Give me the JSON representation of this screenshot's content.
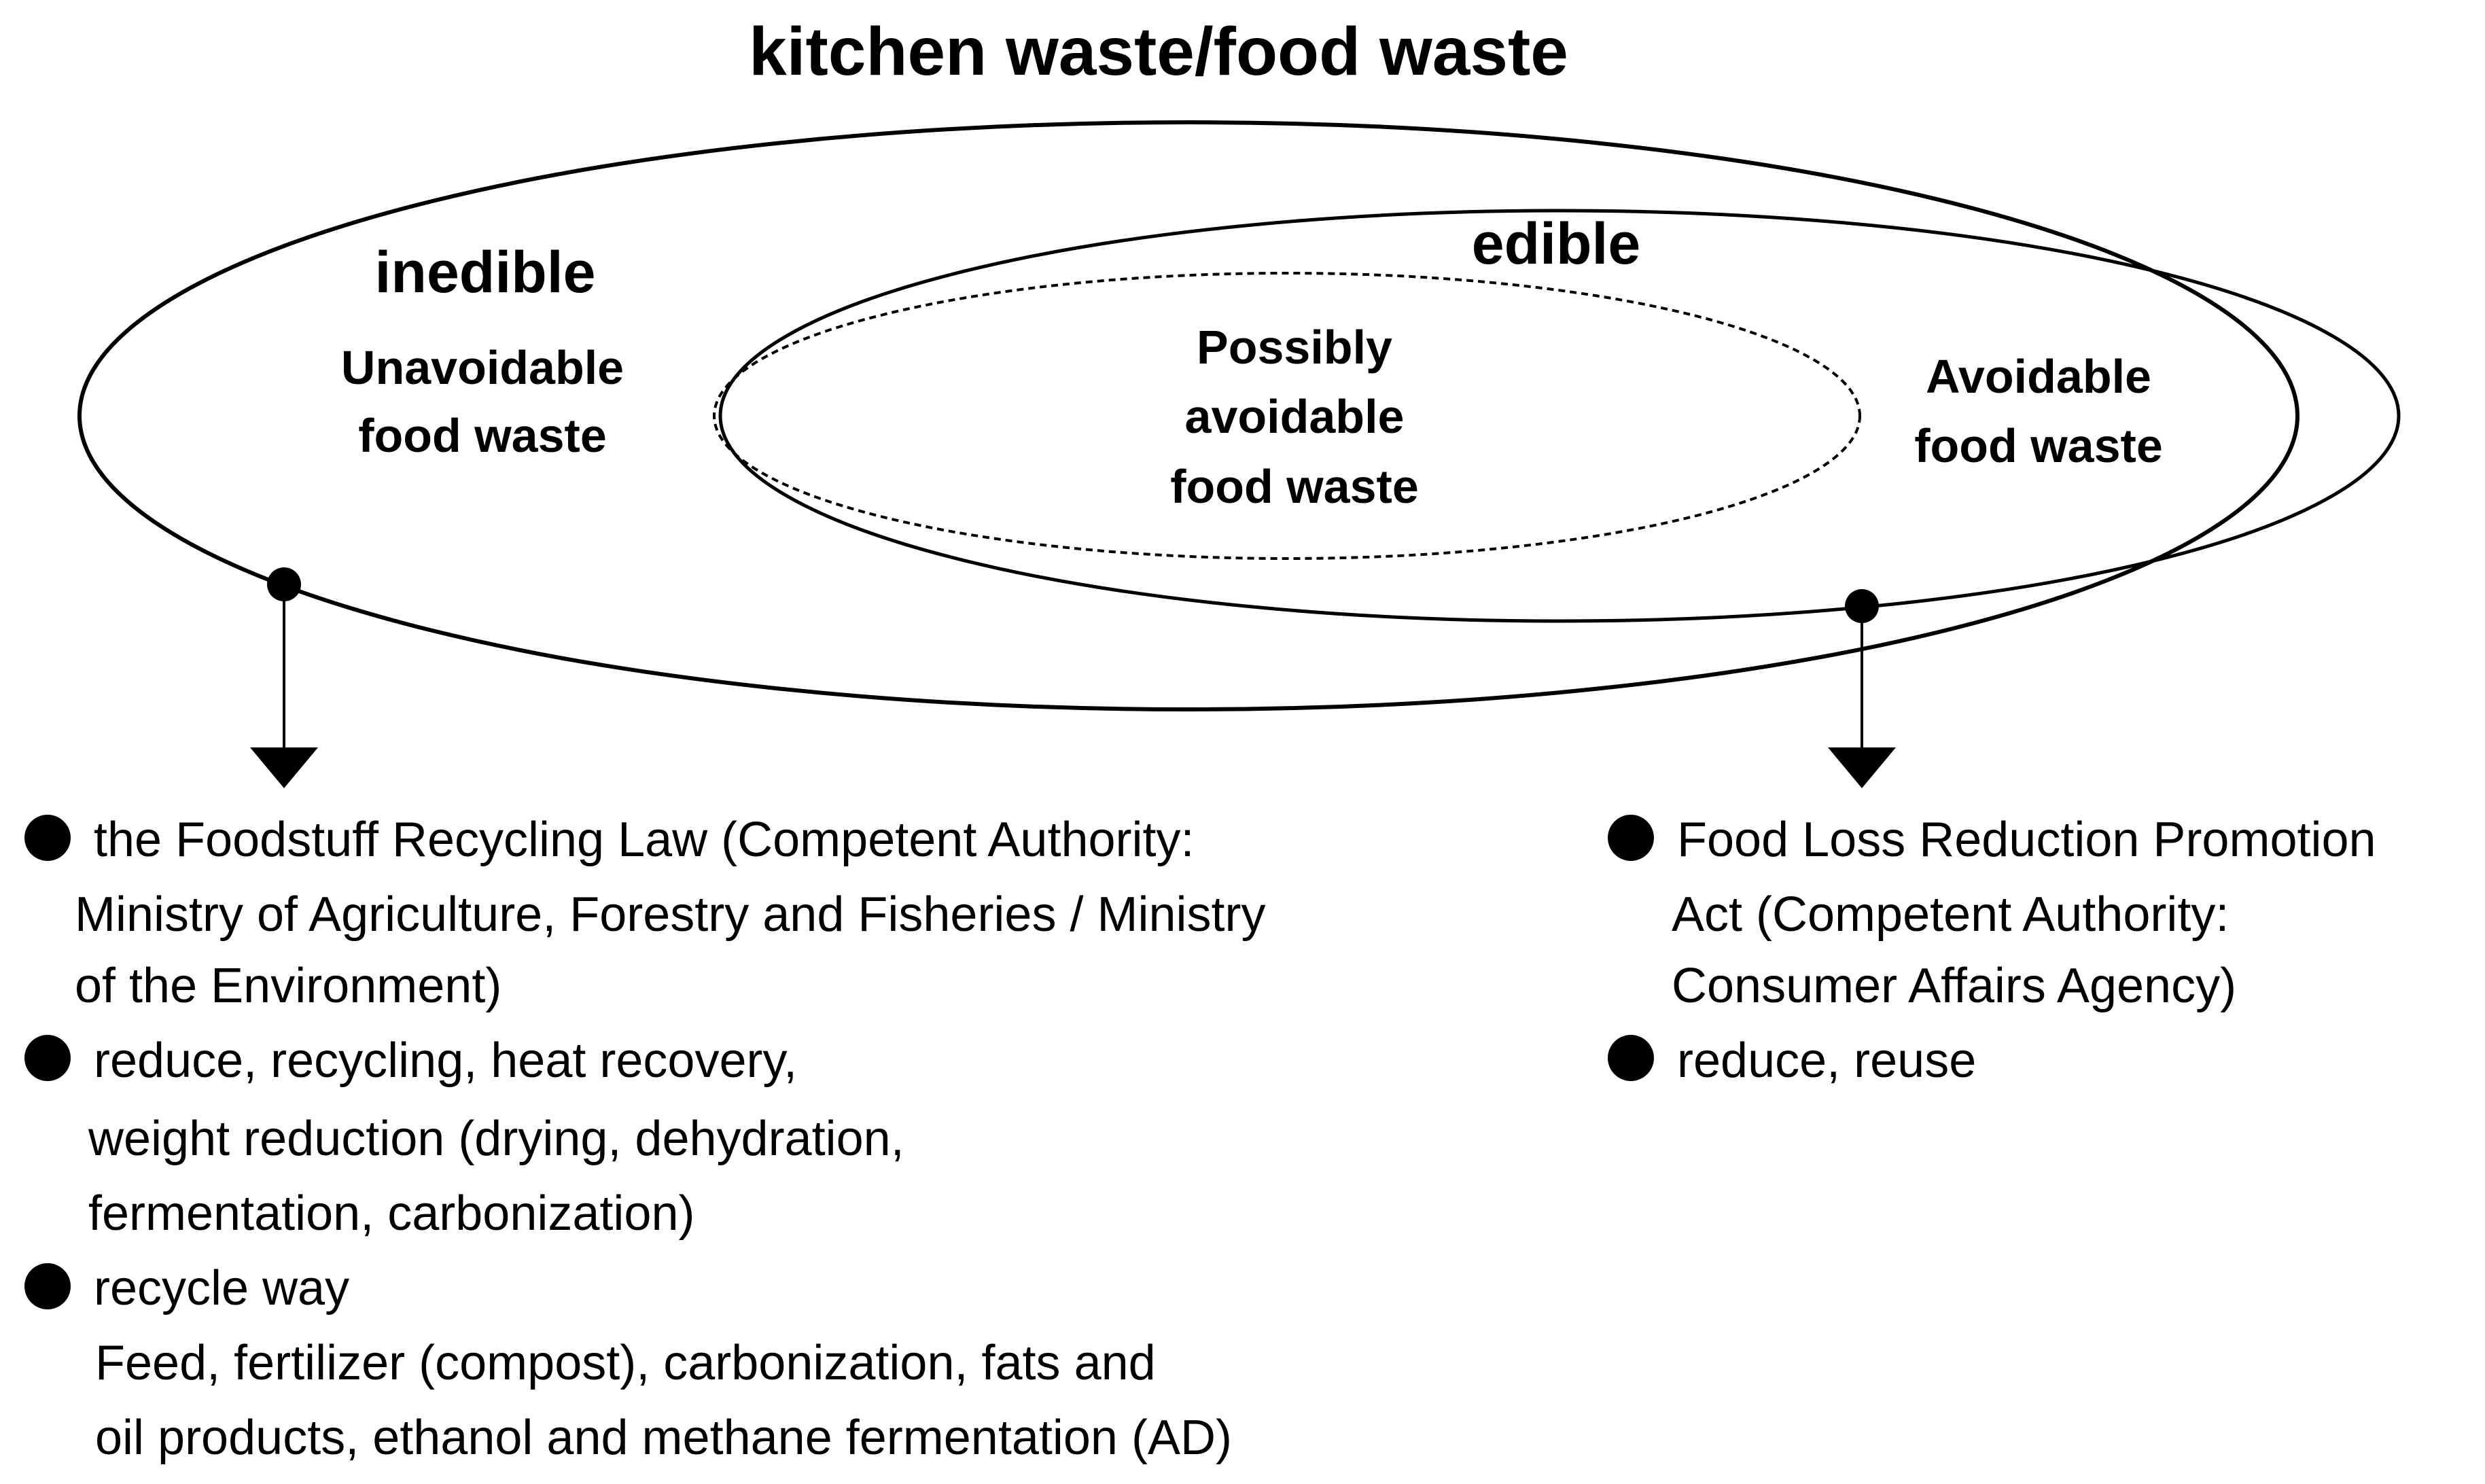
{
  "diagram": {
    "title": "kitchen waste/food waste",
    "regions": {
      "inedible": {
        "label": "inedible",
        "description": [
          "Unavoidable",
          "food waste"
        ]
      },
      "edible": {
        "label": "edible",
        "description": [
          "Avoidable",
          "food waste"
        ]
      },
      "possibly_avoidable": {
        "description": [
          "Possibly",
          "avoidable",
          "food waste"
        ]
      }
    },
    "left_notes": [
      {
        "lines": [
          "the Foodstuff Recycling Law (Competent Authority:",
          "Ministry of Agriculture, Forestry and Fisheries / Ministry",
          "of the Environment)"
        ]
      },
      {
        "lines": [
          "reduce, recycling, heat recovery,",
          "weight reduction (drying, dehydration,",
          "fermentation, carbonization)"
        ]
      },
      {
        "lines": [
          "recycle way",
          "Feed, fertilizer (compost), carbonization, fats and",
          "oil products, ethanol and methane fermentation (AD)"
        ]
      }
    ],
    "right_notes": [
      {
        "lines": [
          "Food Loss Reduction Promotion",
          "Act (Competent Authority:",
          "Consumer Affairs Agency)"
        ]
      },
      {
        "lines": [
          "reduce, reuse"
        ]
      }
    ],
    "bullet_icon": "black-circle-bullet"
  }
}
